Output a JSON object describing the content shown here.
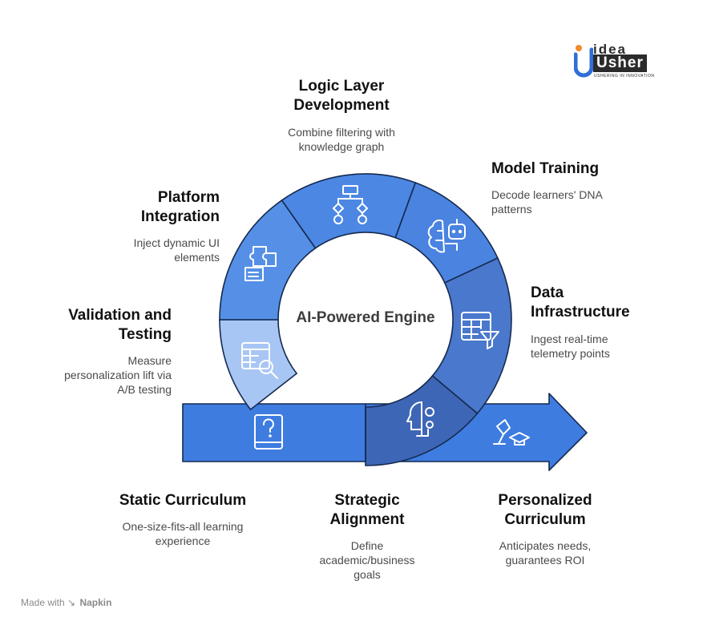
{
  "logo": {
    "line1": "idea",
    "line2": "Usher",
    "tagline": "USHERING IN INNOVATION"
  },
  "center": {
    "label": "AI-Powered Engine"
  },
  "stages": {
    "static": {
      "title": "Static Curriculum",
      "desc": "One-size-fits-all learning\nexperience",
      "icon": "question-book-icon"
    },
    "strategic": {
      "title": "Strategic\nAlignment",
      "desc": "Define\nacademic/business\ngoals",
      "icon": "person-gears-icon"
    },
    "data": {
      "title": "Data\nInfrastructure",
      "desc": "Ingest real-time\ntelemetry points",
      "icon": "table-filter-icon"
    },
    "model": {
      "title": "Model Training",
      "desc": "Decode learners' DNA\npatterns",
      "icon": "brain-robot-icon"
    },
    "logic": {
      "title": "Logic Layer\nDevelopment",
      "desc": "Combine filtering with\nknowledge graph",
      "icon": "flowchart-icon"
    },
    "platform": {
      "title": "Platform\nIntegration",
      "desc": "Inject dynamic UI\nelements",
      "icon": "puzzle-icon"
    },
    "validation": {
      "title": "Validation and\nTesting",
      "desc": "Measure\npersonalization lift via\nA/B testing",
      "icon": "table-search-icon"
    },
    "personalized": {
      "title": "Personalized\nCurriculum",
      "desc": "Anticipates needs,\nguarantees ROI",
      "icon": "lamp-graduation-icon"
    }
  },
  "colors": {
    "arrow": "#3e7ce0",
    "seg_strategic": "#3e66b6",
    "seg_data": "#4a78cc",
    "seg_model": "#4a83e0",
    "seg_logic": "#4c87e4",
    "seg_platform": "#5590e6",
    "seg_validation": "#a8c6f4",
    "outline": "#152a4f"
  },
  "footer": {
    "made_with": "Made with",
    "brand": "Napkin"
  }
}
